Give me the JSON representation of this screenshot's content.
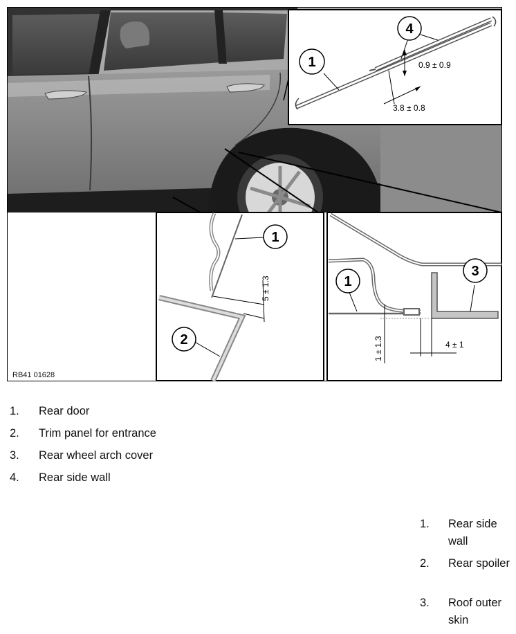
{
  "figure": {
    "code": "RB41 01628",
    "callouts": {
      "c1": "1",
      "c2": "2",
      "c3": "3",
      "c4": "4"
    },
    "dimensions": {
      "d_top_a": "0.9 ± 0.9",
      "d_top_b": "3.8 ± 0.8",
      "d_mid": "5 ± 1.3",
      "d_right_v": "1 ± 1.3",
      "d_right_h": "4 ± 1"
    }
  },
  "legend": [
    {
      "num": "1.",
      "text": "Rear door"
    },
    {
      "num": "2.",
      "text": "Trim panel for entrance"
    },
    {
      "num": "3.",
      "text": "Rear wheel arch cover"
    },
    {
      "num": "4.",
      "text": "Rear side wall"
    }
  ],
  "legend2": [
    {
      "num": "1.",
      "text": "Rear side wall"
    },
    {
      "num": "2.",
      "text": "Rear spoiler"
    },
    {
      "num": "3.",
      "text": "Roof outer skin"
    }
  ]
}
